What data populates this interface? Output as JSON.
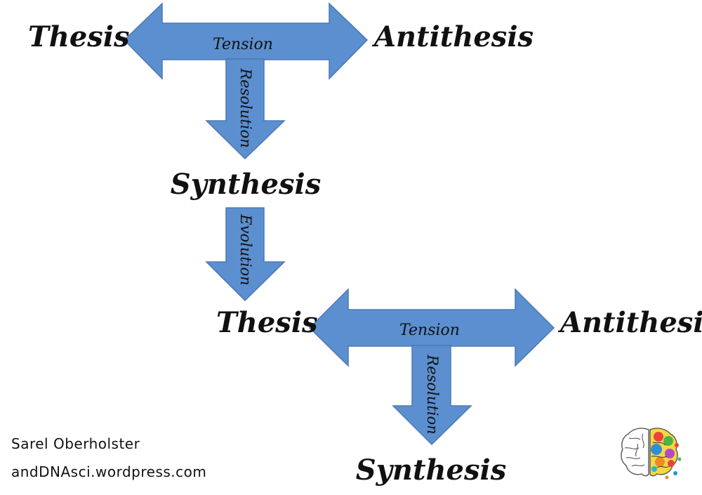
{
  "stage1": {
    "thesis": "Thesis",
    "antithesis": "Antithesis",
    "tension": "Tension",
    "resolution": "Resolution",
    "synthesis": "Synthesis"
  },
  "evolution": "Evolution",
  "stage2": {
    "thesis": "Thesis",
    "antithesis": "Antithesis",
    "tension": "Tension",
    "resolution": "Resolution",
    "synthesis": "Synthesis"
  },
  "credits": {
    "author": "Sarel Oberholster",
    "site": "andDNAsci.wordpress.com"
  },
  "colors": {
    "arrow_fill": "#5b8fd0",
    "arrow_stroke": "#4a78b4",
    "text": "#111111"
  },
  "icons": {
    "logo": "brain-icon"
  }
}
